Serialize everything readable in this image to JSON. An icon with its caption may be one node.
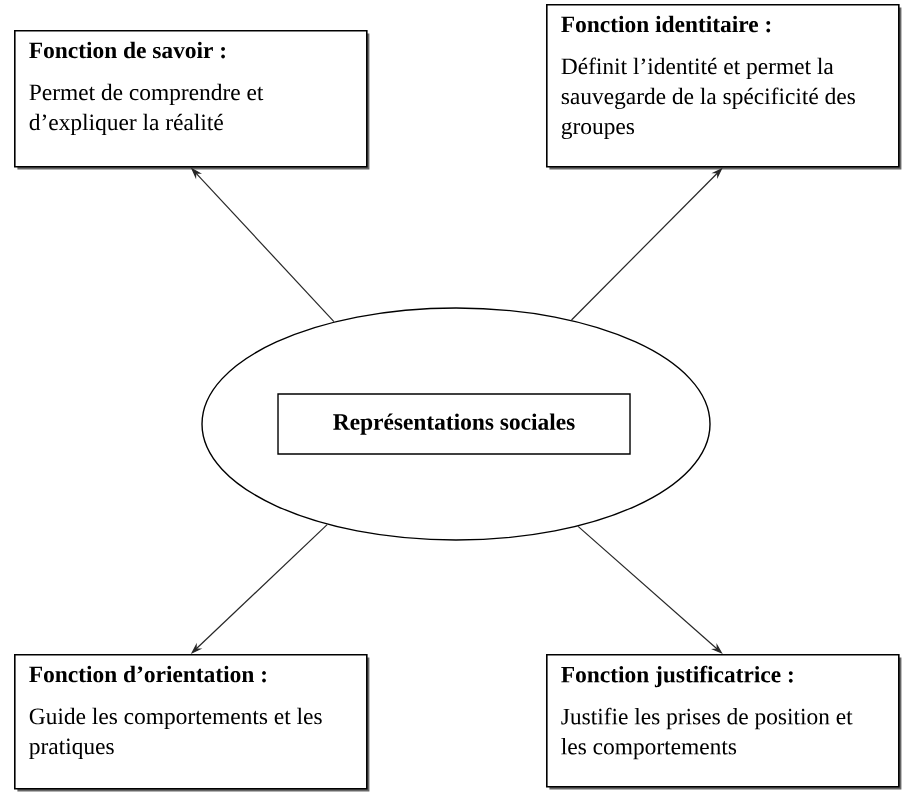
{
  "diagram": {
    "nodes": [
      {
        "text": [
          "Fonction de savoir :",
          "Permet de comprendre et d’expliquer la réalité"
        ]
      },
      {
        "text": [
          "Fonction identitaire :",
          "Définit l’identité et permet la sauvegarde de la spécificité des groupes"
        ]
      },
      {
        "text": [],
        "shape": "ellipse"
      },
      {
        "text": [
          "Représentations sociales"
        ],
        "in": 2
      },
      {
        "text": [
          "Fonction d’orientation :",
          "Guide les comportements et les pratiques"
        ]
      },
      {
        "text": [
          "Fonction justificatrice :",
          "Justifie les prises de position et les comportements"
        ]
      }
    ],
    "edges": [
      {
        "from": 2,
        "to": 0,
        "arrow": "to"
      },
      {
        "from": 2,
        "to": 1,
        "arrow": "to"
      },
      {
        "from": 2,
        "to": 4,
        "arrow": "to"
      },
      {
        "from": 2,
        "to": 5,
        "arrow": "to"
      }
    ]
  }
}
